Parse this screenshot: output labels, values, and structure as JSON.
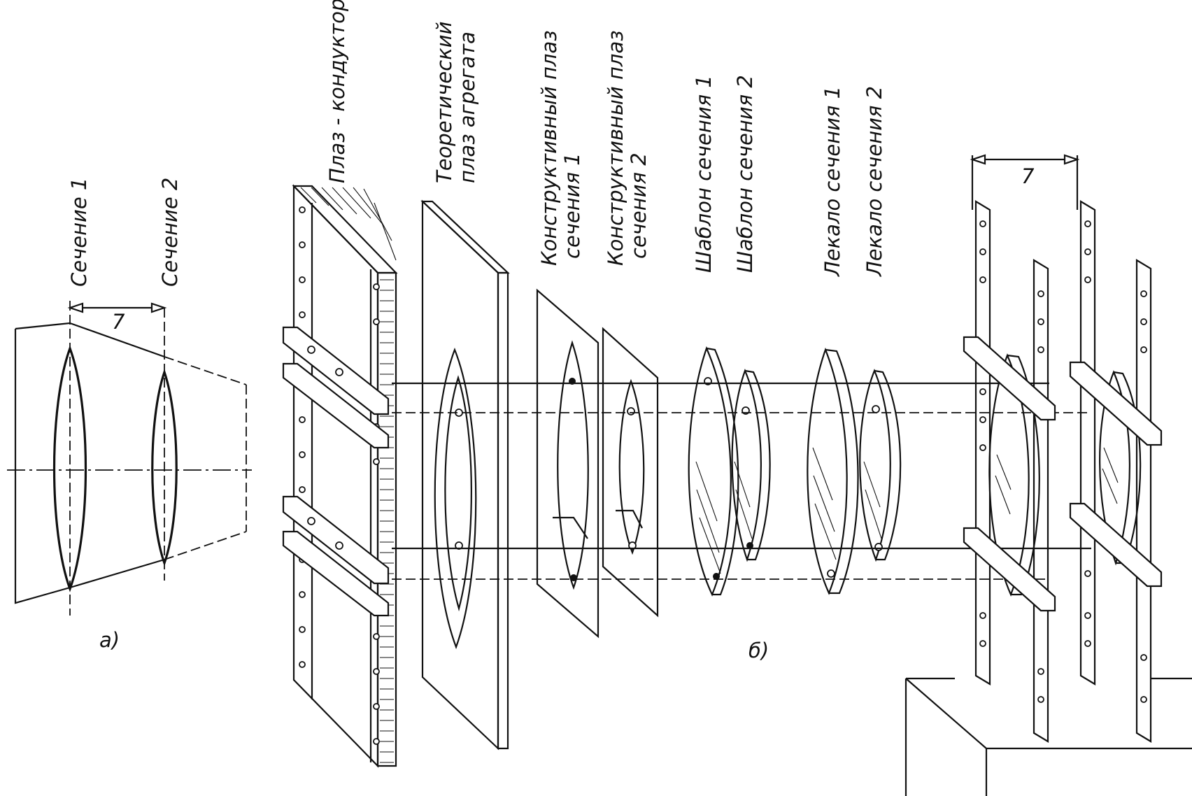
{
  "labels": {
    "section1": "Сечение 1",
    "section2": "Сечение 2",
    "distance_a": "7",
    "distance_b": "7",
    "part_a": "а)",
    "part_b": "б)",
    "plaz_konduktor": "Плаз - кондуктор",
    "theoretical_plaz_line1": "Теоретический",
    "theoretical_plaz_line2": "плаз агрегата",
    "constructive_plaz1_line1": "Конструктивный плаз",
    "constructive_plaz1_line2": "сечения 1",
    "constructive_plaz2_line1": "Конструктивный плаз",
    "constructive_plaz2_line2": "сечения 2",
    "template_section1": "Шаблон сечения 1",
    "template_section2": "Шаблон сечения 2",
    "lekalo_section1": "Лекало сечения 1",
    "lekalo_section2": "Лекало сечения 2"
  }
}
